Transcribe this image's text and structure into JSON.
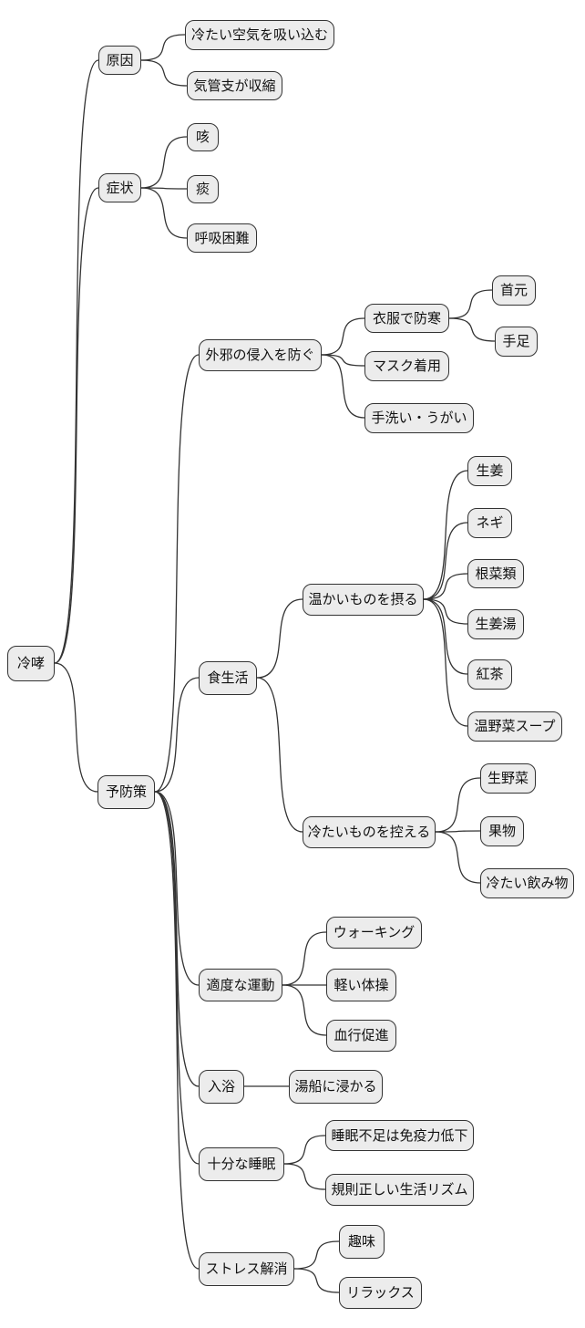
{
  "diagram": {
    "type": "mindmap",
    "orientation": "left-to-right",
    "style": {
      "background": "#ffffff",
      "node_fill": "#ececec",
      "node_border": "#333333",
      "edge_color": "#333333",
      "text_color": "#111111"
    }
  },
  "tree": {
    "label": "冷哮",
    "children": [
      {
        "label": "原因",
        "children": [
          {
            "label": "冷たい空気を吸い込む"
          },
          {
            "label": "気管支が収縮"
          }
        ]
      },
      {
        "label": "症状",
        "children": [
          {
            "label": "咳"
          },
          {
            "label": "痰"
          },
          {
            "label": "呼吸困難"
          }
        ]
      },
      {
        "label": "予防策",
        "children": [
          {
            "label": "外邪の侵入を防ぐ",
            "children": [
              {
                "label": "衣服で防寒",
                "children": [
                  {
                    "label": "首元"
                  },
                  {
                    "label": "手足"
                  }
                ]
              },
              {
                "label": "マスク着用"
              },
              {
                "label": "手洗い・うがい"
              }
            ]
          },
          {
            "label": "食生活",
            "children": [
              {
                "label": "温かいものを摂る",
                "children": [
                  {
                    "label": "生姜"
                  },
                  {
                    "label": "ネギ"
                  },
                  {
                    "label": "根菜類"
                  },
                  {
                    "label": "生姜湯"
                  },
                  {
                    "label": "紅茶"
                  },
                  {
                    "label": "温野菜スープ"
                  }
                ]
              },
              {
                "label": "冷たいものを控える",
                "children": [
                  {
                    "label": "生野菜"
                  },
                  {
                    "label": "果物"
                  },
                  {
                    "label": "冷たい飲み物"
                  }
                ]
              }
            ]
          },
          {
            "label": "適度な運動",
            "children": [
              {
                "label": "ウォーキング"
              },
              {
                "label": "軽い体操"
              },
              {
                "label": "血行促進"
              }
            ]
          },
          {
            "label": "入浴",
            "children": [
              {
                "label": "湯船に浸かる"
              }
            ]
          },
          {
            "label": "十分な睡眠",
            "children": [
              {
                "label": "睡眠不足は免疫力低下"
              },
              {
                "label": "規則正しい生活リズム"
              }
            ]
          },
          {
            "label": "ストレス解消",
            "children": [
              {
                "label": "趣味"
              },
              {
                "label": "リラックス"
              }
            ]
          }
        ]
      }
    ]
  }
}
